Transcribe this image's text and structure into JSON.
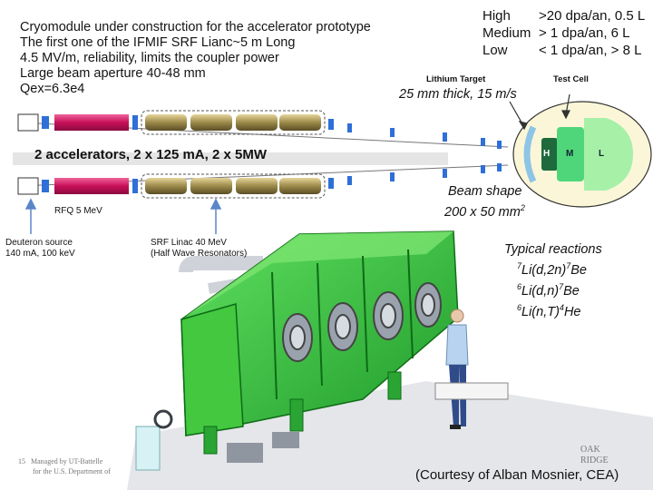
{
  "intro": {
    "line1": "Cryomodule under construction for the accelerator prototype",
    "line2": "The first one of the IFMIF SRF Lianc~5 m Long",
    "line3": "4.5 MV/m, reliability, limits the coupler power",
    "line4": "Large beam aperture 40-48 mm",
    "line5": "Qex=6.3e4"
  },
  "dose": [
    {
      "level": "High",
      "value": ">20 dpa/an, 0.5 L"
    },
    {
      "level": "Medium",
      "value": "> 1 dpa/an, 6 L"
    },
    {
      "level": "Low",
      "value": "< 1 dpa/an, > 8 L"
    }
  ],
  "target": {
    "lithium_label": "Lithium Target",
    "lithium_spec": "25 mm thick, 15 m/s",
    "testcell_label": "Test Cell",
    "zone_h": "H",
    "zone_m": "M",
    "zone_l": "L"
  },
  "accelerators": {
    "title": "2 accelerators, 2 x 125 mA, 2 x 5MW",
    "rfq": "RFQ 5 MeV",
    "source_line1": "Deuteron source",
    "source_line2": "140 mA, 100 keV",
    "linac_line1": "SRF Linac 40 MeV",
    "linac_line2": "(Half Wave Resonators)"
  },
  "beam": {
    "label": "Beam shape",
    "size": "200 x 50 mm",
    "size_exp": "2"
  },
  "reactions": {
    "title": "Typical reactions",
    "r1": "7Li(d,2n)7Be",
    "r2": "6Li(d,n)7Be",
    "r3": "6Li(n,T)4He"
  },
  "courtesy": "(Courtesy of Alban Mosnier, CEA)",
  "footer": {
    "page": "15",
    "line1": "Managed by UT-Battelle",
    "line2": "for the U.S. Department of"
  },
  "logo": {
    "line1": "OAK",
    "line2": "RIDGE"
  },
  "colors": {
    "rfq": "#d4145a",
    "cryo_green": "#35c43a",
    "quad_blue": "#2f6fd8",
    "cell_h": "#1e6a3c",
    "cell_m": "#4fd67a",
    "cell_l": "#a6f0a8",
    "lithium": "#8ec5e6"
  }
}
